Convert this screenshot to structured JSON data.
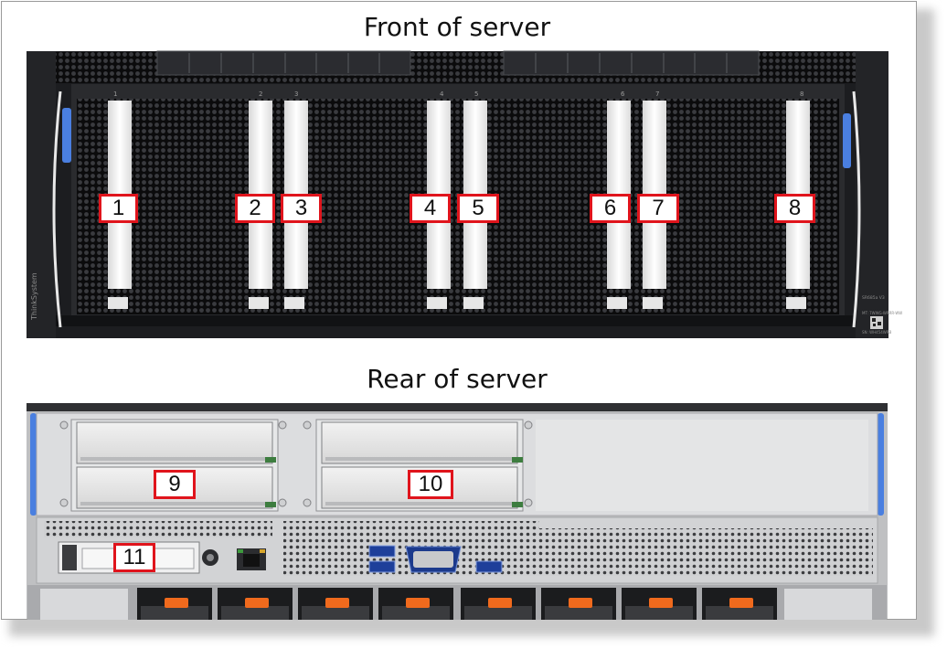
{
  "front": {
    "title": "Front of server"
  },
  "rear": {
    "title": "Rear of server"
  },
  "bay_labels": [
    "1",
    "2",
    "3",
    "4",
    "5",
    "6",
    "7",
    "8"
  ],
  "callouts": {
    "c1": "1",
    "c2": "2",
    "c3": "3",
    "c4": "4",
    "c5": "5",
    "c6": "6",
    "c7": "7",
    "c8": "8",
    "c9": "9",
    "c10": "10",
    "c11": "11"
  },
  "brand": "ThinkSystem",
  "model": "SR685a V3",
  "mt_label": "MT: 7WWG-WRRR-WW",
  "sn_label": "SN: WH454WRB",
  "colors": {
    "callout_border": "#e0141c",
    "chassis": "#1c1d20",
    "accent_blue": "#4a7fe0",
    "latch_orange": "#f06a1d"
  }
}
